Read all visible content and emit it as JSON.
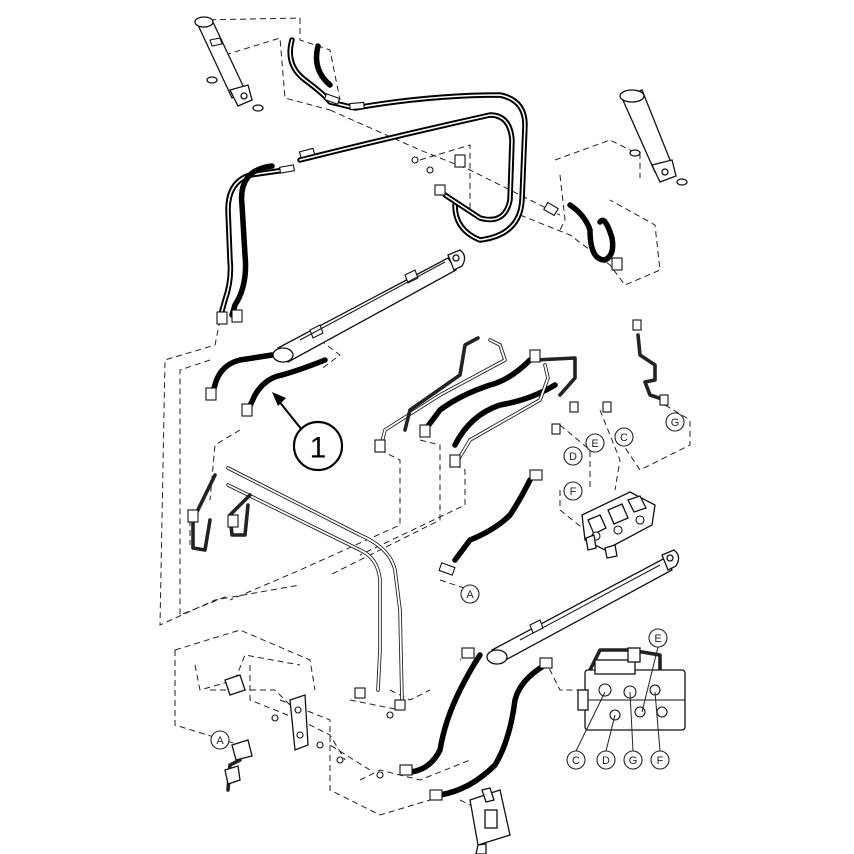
{
  "callout": {
    "number": "1"
  },
  "port_labels": {
    "upper_d": "D",
    "upper_e": "E",
    "upper_c": "C",
    "upper_g": "G",
    "upper_f": "F",
    "hose_a": "A",
    "lower_a": "A",
    "valve_e": "E",
    "valve_c": "C",
    "valve_d": "D",
    "valve_g": "G",
    "valve_f": "F"
  },
  "colors": {
    "line": "#000000",
    "background": "#ffffff"
  }
}
